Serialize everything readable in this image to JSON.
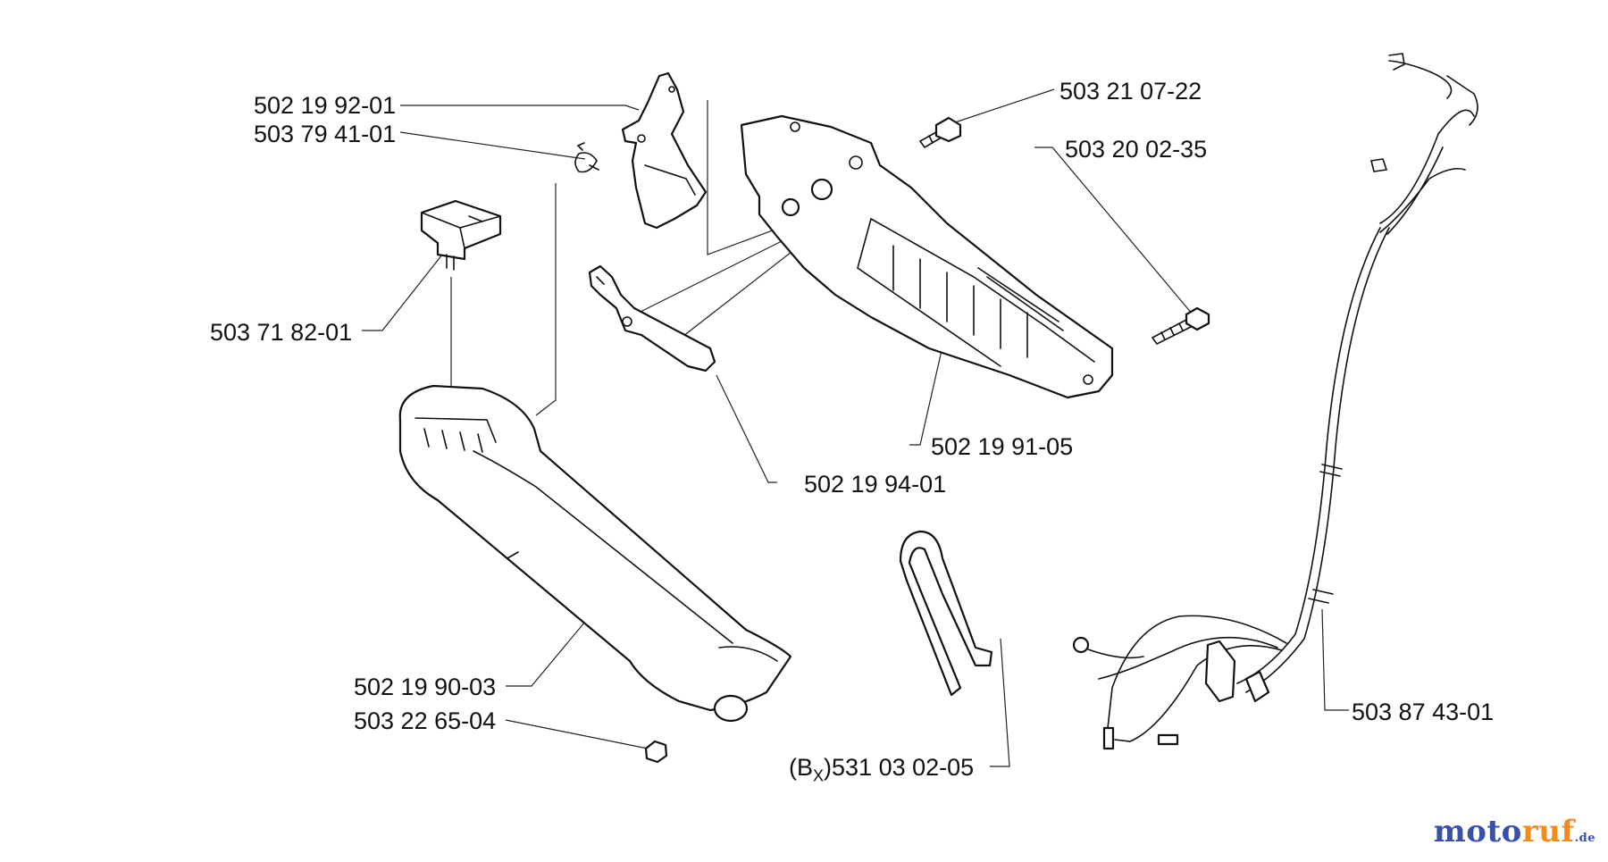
{
  "diagram": {
    "parts": [
      {
        "id": "p1",
        "number": "502 19 92-01"
      },
      {
        "id": "p2",
        "number": "503 79 41-01"
      },
      {
        "id": "p3",
        "number": "503 71 82-01"
      },
      {
        "id": "p4",
        "number": "503 21 07-22"
      },
      {
        "id": "p5",
        "number": "503 20 02-35"
      },
      {
        "id": "p6",
        "number": "502 19 91-05"
      },
      {
        "id": "p7",
        "number": "502 19 94-01"
      },
      {
        "id": "p8",
        "number": "502 19 90-03"
      },
      {
        "id": "p9",
        "number": "503 22 65-04"
      },
      {
        "id": "p10",
        "prefix": "(B",
        "subscript": "X",
        "suffix": ")",
        "number": "531 03 02-05"
      },
      {
        "id": "p11",
        "number": "503 87 43-01"
      }
    ]
  },
  "watermark": {
    "part1": "moto",
    "part2": "ruf",
    "part3": ".de"
  },
  "colors": {
    "line": "#111111",
    "watermark_blue": "#3a50a8",
    "watermark_orange": "#f08c1e"
  }
}
